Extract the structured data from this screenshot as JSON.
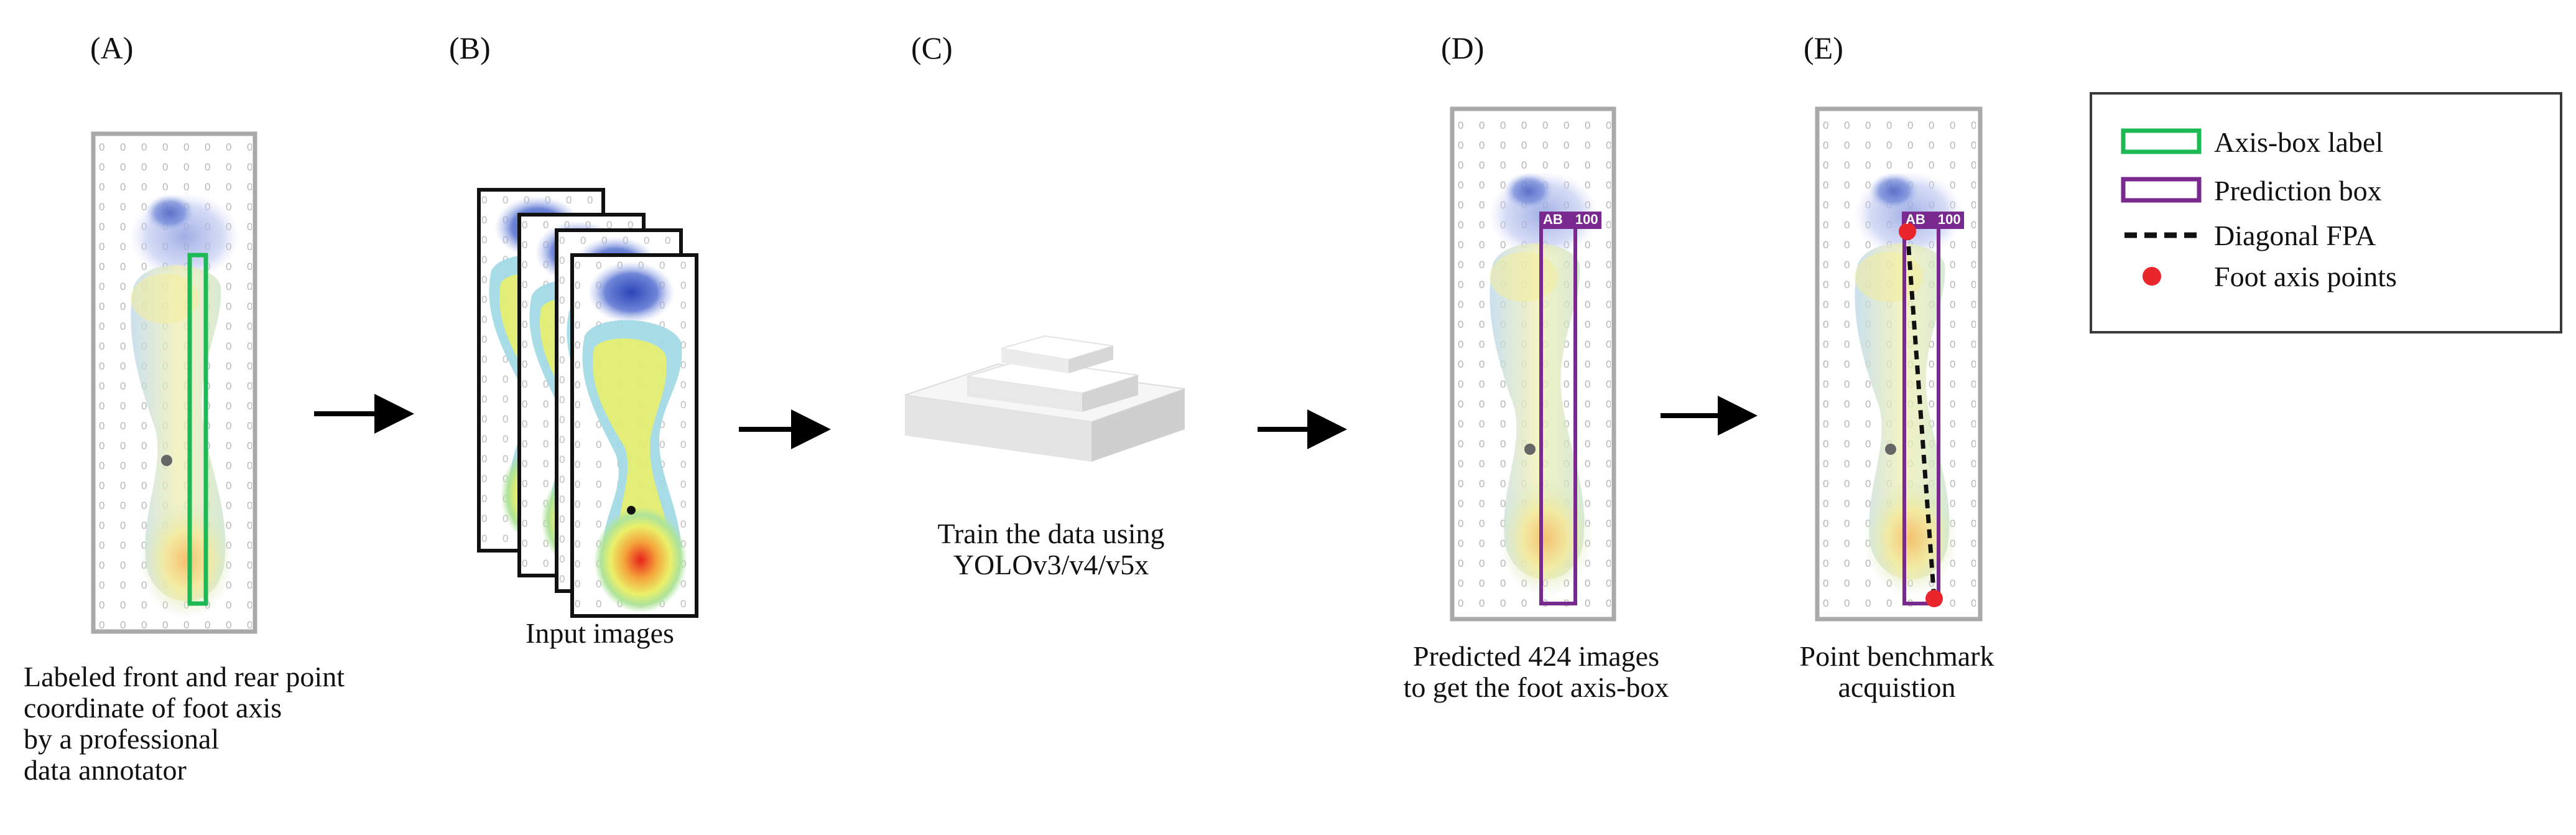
{
  "panels": [
    {
      "id": "A",
      "label": "(A)",
      "caption": [
        "Labeled front and rear point",
        "coordinate of foot axis",
        "by a professional",
        "data annotator"
      ]
    },
    {
      "id": "B",
      "label": "(B)",
      "caption": [
        "Input images"
      ]
    },
    {
      "id": "C",
      "label": "(C)",
      "caption": [
        "Train the data using",
        "YOLOv3/v4/v5x"
      ]
    },
    {
      "id": "D",
      "label": "(D)",
      "caption": [
        "Predicted 424 images",
        "to get the foot axis-box"
      ]
    },
    {
      "id": "E",
      "label": "(E)",
      "caption": [
        "Point benchmark",
        "acquistion"
      ]
    }
  ],
  "prediction_tag": {
    "class": "AB",
    "score": "100"
  },
  "legend": {
    "items": [
      {
        "label": "Axis-box label",
        "symbol": "green-box",
        "color": "#1db954"
      },
      {
        "label": "Prediction box",
        "symbol": "purple-box",
        "color": "#7a2a8f"
      },
      {
        "label": "Diagonal FPA",
        "symbol": "dashed-line",
        "color": "#111111"
      },
      {
        "label": "Foot axis points",
        "symbol": "red-dot",
        "color": "#e8262b"
      }
    ]
  },
  "colors": {
    "frame": "#a9a9a9",
    "axis_box": "#1db954",
    "prediction": "#7a2a8f",
    "points": "#e8262b",
    "arrow": "#000000"
  }
}
